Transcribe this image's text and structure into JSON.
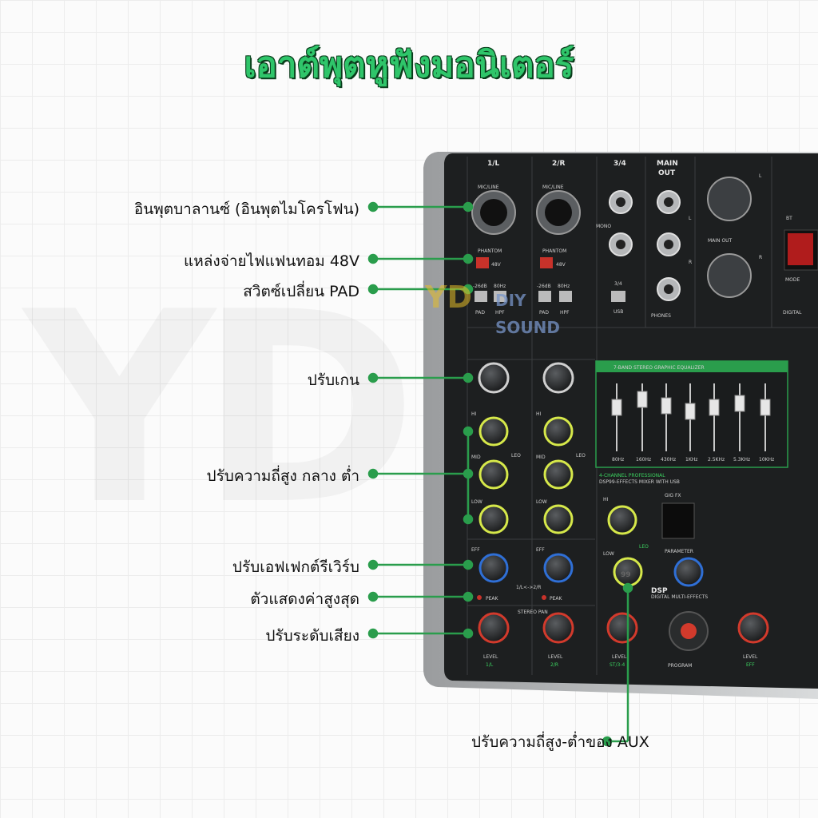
{
  "title": "เอาต์พุตหูฟังมอนิเตอร์",
  "watermark": "YD",
  "labels": [
    {
      "id": "balanced_input",
      "text": "อินพุตบาลานซ์ (อินพุตไมโครโฟน)"
    },
    {
      "id": "phantom_power",
      "text": "แหล่งจ่ายไฟแฟนทอม 48V"
    },
    {
      "id": "pad_switch",
      "text": "สวิตซ์เปลี่ยน PAD"
    },
    {
      "id": "gain",
      "text": "ปรับเกน"
    },
    {
      "id": "eq_hi_mid_low",
      "text": "ปรับความถี่สูง กลาง ต่ำ"
    },
    {
      "id": "reverb",
      "text": "ปรับเอฟเฟกต์รีเวิร์บ"
    },
    {
      "id": "peak",
      "text": "ตัวแสดงค่าสูงสุด"
    },
    {
      "id": "level",
      "text": "ปรับระดับเสียง"
    }
  ],
  "aux_label": "ปรับความถี่สูง-ต่ำของ AUX",
  "brand": {
    "line1": "DIY",
    "line2": "SOUND",
    "logo": "YD"
  },
  "mixer": {
    "ch1": "1/L",
    "ch2": "2/R",
    "ch34": "3/4",
    "main_out_top": "MAIN",
    "main_out_bottom": "OUT",
    "main_out_label": "MAIN OUT",
    "mic_line": "MIC/LINE",
    "phantom": "PHANTOM",
    "v48": "48V",
    "pad": "-26dB",
    "hpf": "80Hz",
    "pad_label": "PAD",
    "hpf_label": "HPF",
    "usb_34": "3/4",
    "usb": "USB",
    "phones": "PHONES",
    "mono": "MONO",
    "digital": "DIGITAL",
    "mode": "MODE",
    "eq_title": "7-BAND STEREO GRAPHIC EQUALIZER",
    "eq_bands": [
      "80Hz",
      "160Hz",
      "430Hz",
      "1KHz",
      "2.5KHz",
      "5.3KHz",
      "10KHz"
    ],
    "product_line1": "4-CHANNEL PROFESSIONAL",
    "product_line2": "DSP99-EFFECTS MIXER WITH USB",
    "gig_fx": "GIG FX",
    "parameter": "PARAMETER",
    "program": "PROGRAM",
    "dsp": "DSP",
    "dsp_num": "99",
    "dsp_sub": "DIGITAL MULTI-EFFECTS",
    "hi": "HI",
    "mid": "MID",
    "low": "LOW",
    "eff": "EFF",
    "peak": "PEAK",
    "level": "LEVEL",
    "stereo_pan": "STEREO PAN",
    "pan_range": "1/L<->2/R",
    "st34": "ST/3-4",
    "eff_ch": "EFF",
    "leo": "LEO",
    "l": "L",
    "r": "R",
    "bt": "BT"
  },
  "colors": {
    "accent_green": "#2fc56a",
    "line_green": "#2a9d4c",
    "knob_yellow": "#d6e84a",
    "knob_blue": "#2f6fd6",
    "knob_red": "#d23a2c",
    "panel": "#1b1d1e"
  }
}
